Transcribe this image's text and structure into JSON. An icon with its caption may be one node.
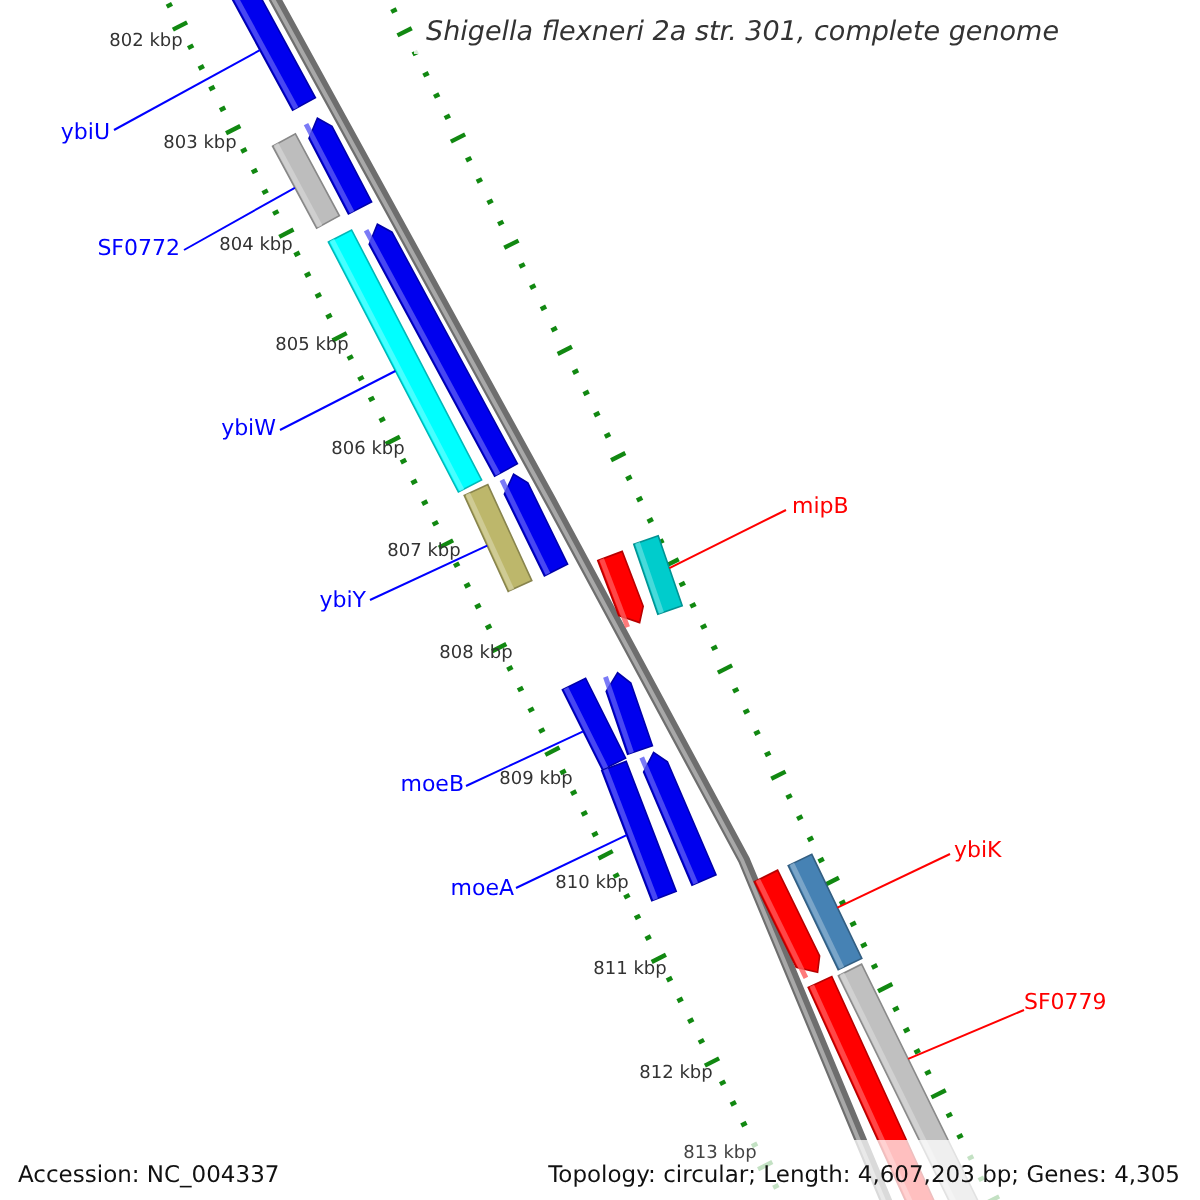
{
  "diagram": {
    "title": "Shigella flexneri 2a str. 301, complete genome",
    "nodes": [
      {
        "text": [
          "ybiU"
        ]
      },
      {
        "text": [],
        "shape": "bar"
      },
      {
        "text": [],
        "shape": "bar"
      },
      {
        "text": [
          "SF0772"
        ]
      },
      {
        "text": [],
        "shape": "bar"
      },
      {
        "text": [],
        "shape": "bar"
      },
      {
        "text": [],
        "shape": "bar"
      },
      {
        "text": [
          "ybiW"
        ]
      },
      {
        "text": [],
        "shape": "bar"
      },
      {
        "text": [],
        "shape": "bar"
      },
      {
        "text": [
          "mipB"
        ]
      },
      {
        "text": [],
        "shape": "bar"
      },
      {
        "text": [],
        "shape": "bar"
      },
      {
        "text": [
          "ybiY"
        ]
      },
      {
        "text": [],
        "shape": "bar"
      },
      {
        "text": [],
        "shape": "bar"
      },
      {
        "text": [],
        "shape": "bar"
      },
      {
        "text": [
          "moeB"
        ]
      },
      {
        "text": [],
        "shape": "bar"
      },
      {
        "text": [
          "moeA"
        ]
      },
      {
        "text": [
          "ybiK"
        ]
      },
      {
        "text": [],
        "shape": "bar"
      },
      {
        "text": [],
        "shape": "bar"
      },
      {
        "text": [],
        "shape": "bar"
      },
      {
        "text": [],
        "shape": "bar"
      },
      {
        "text": [
          "SF0779"
        ]
      }
    ],
    "edges": [
      {
        "from": 0,
        "to": 1,
        "arrow": "none"
      },
      {
        "from": 3,
        "to": 4,
        "arrow": "none"
      },
      {
        "from": 7,
        "to": 5,
        "arrow": "none"
      },
      {
        "from": 13,
        "to": 9,
        "arrow": "none"
      },
      {
        "from": 17,
        "to": 14,
        "arrow": "none"
      },
      {
        "from": 19,
        "to": 18,
        "arrow": "none"
      },
      {
        "from": 10,
        "to": 12,
        "arrow": "none",
        "color": "#ff0000"
      },
      {
        "from": 20,
        "to": 22,
        "arrow": "none",
        "color": "#ff0000"
      },
      {
        "from": 25,
        "to": 24,
        "arrow": "none",
        "color": "#ff0000"
      }
    ],
    "labels": [
      "802 kbp",
      "803 kbp",
      "804 kbp",
      "805 kbp",
      "806 kbp",
      "807 kbp",
      "808 kbp",
      "809 kbp",
      "810 kbp",
      "811 kbp",
      "812 kbp",
      "813 kbp",
      "Accession: NC_004337",
      "Topology: circular; Length: 4,607,203 bp; Genes: 4,305"
    ]
  }
}
